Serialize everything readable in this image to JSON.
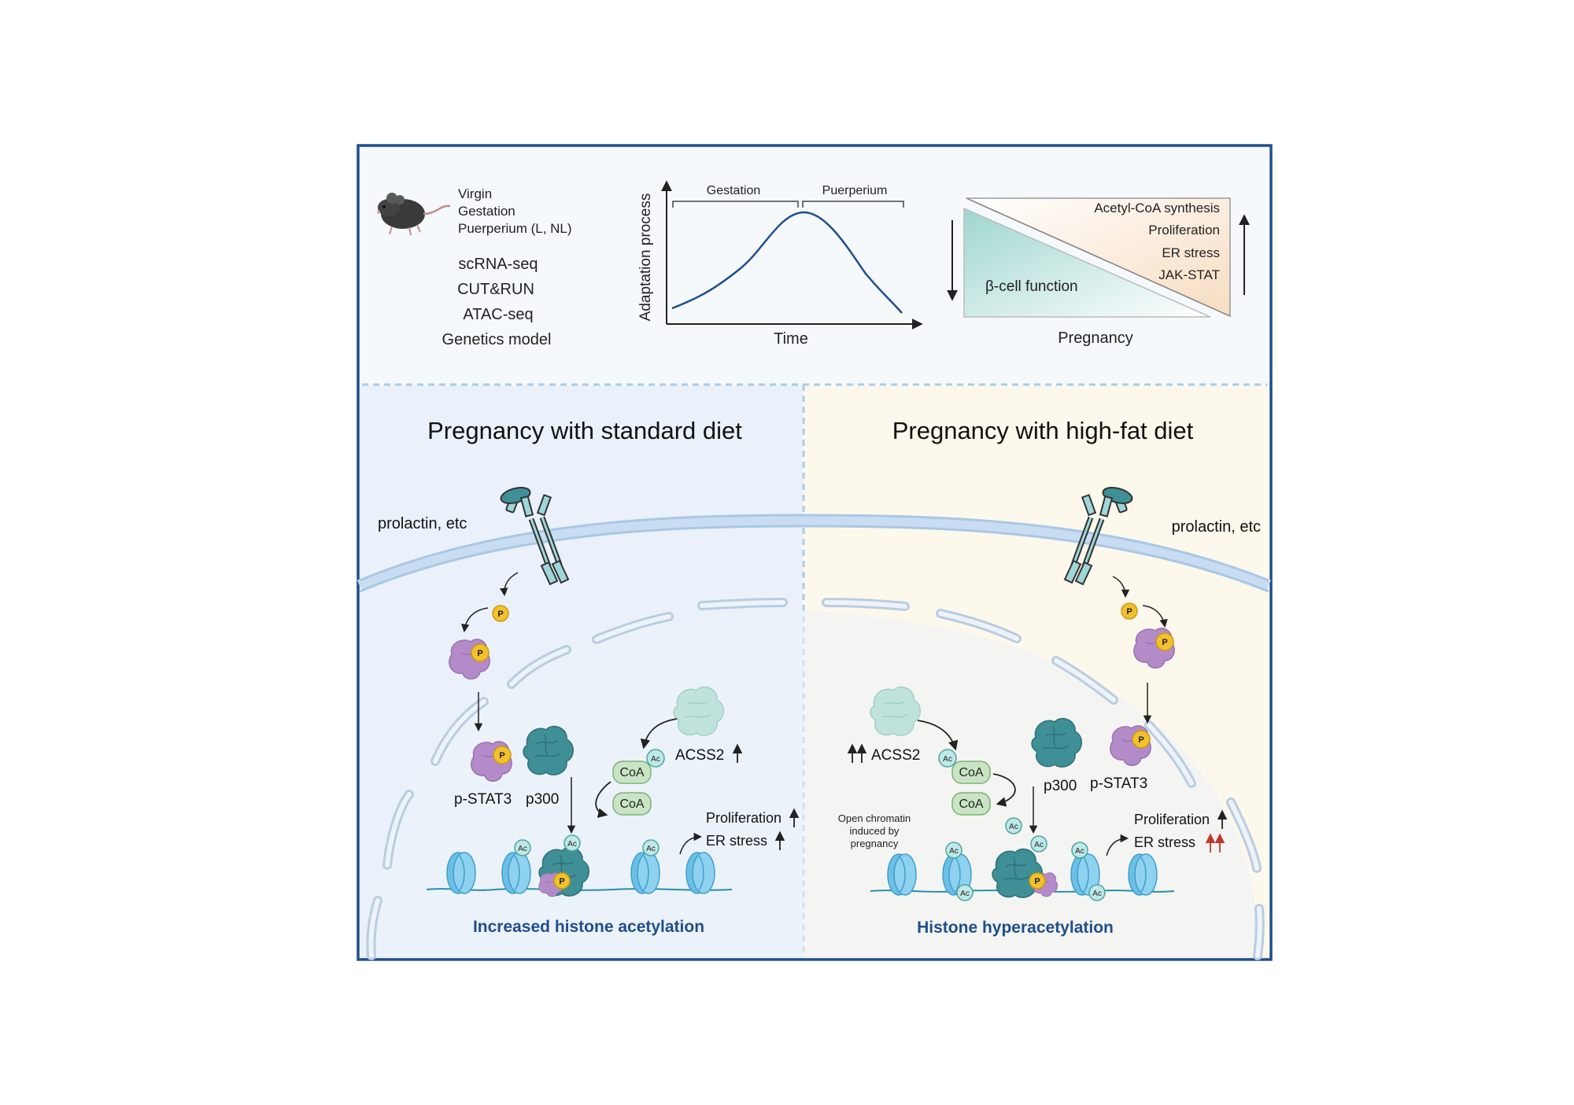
{
  "top": {
    "mouse_conditions": [
      "Virgin",
      "Gestation",
      "Puerperium (L, NL)"
    ],
    "methods": [
      "scRNA-seq",
      "CUT&RUN",
      "ATAC-seq",
      "Genetics model"
    ],
    "curve": {
      "ylabel": "Adaptation process",
      "xlabel": "Time",
      "phase_gestation": "Gestation",
      "phase_puerperium": "Puerperium"
    },
    "tradeoff": {
      "up_items": [
        "Acetyl-CoA synthesis",
        "Proliferation",
        "ER stress",
        "JAK-STAT"
      ],
      "down_item": "β-cell function",
      "xlabel": "Pregnancy"
    }
  },
  "left": {
    "title": "Pregnancy with standard diet",
    "ligand": "prolactin, etc",
    "pstat3": "p-STAT3",
    "p300": "p300",
    "acss2": "ACSS2",
    "coa": "CoA",
    "ac": "Ac",
    "p": "P",
    "proliferation": "Proliferation",
    "er_stress": "ER stress",
    "result": "Increased histone acetylation"
  },
  "right": {
    "title": "Pregnancy with high-fat diet",
    "ligand": "prolactin, etc",
    "pstat3": "p-STAT3",
    "p300": "p300",
    "acss2": "ACSS2",
    "coa": "CoA",
    "ac": "Ac",
    "p": "P",
    "open_chromatin_lines": [
      "Open chromatin",
      "induced by",
      "pregnancy"
    ],
    "proliferation": "Proliferation",
    "er_stress": "ER stress",
    "result": "Histone hyperacetylation"
  },
  "colors": {
    "frame": "#1f4e8c",
    "title_blue": "#1f4e8c",
    "left_bg": "#eaf1fa",
    "right_bg": "#fdf8ec",
    "top_bg": "#f5f9fc",
    "teal": "#3f8f96",
    "purple": "#b48bc9",
    "gold": "#f2c12e",
    "coa_green": "#c9e4c5",
    "ac_teal": "#bfe8e6",
    "red_arrow": "#c0392b"
  }
}
